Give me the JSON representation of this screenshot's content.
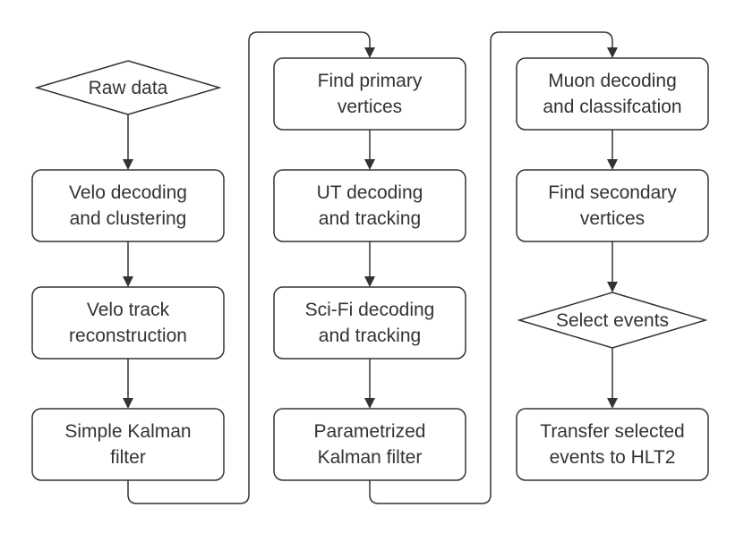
{
  "colors": {
    "stroke": "#333333",
    "fill": "#ffffff",
    "text": "#333333"
  },
  "nodes": {
    "raw_data": "Raw data",
    "velo_decoding": "Velo decoding\nand clustering",
    "velo_track": "Velo track\nreconstruction",
    "simple_kalman": "Simple Kalman\nfilter",
    "find_pv": "Find primary\nvertices",
    "ut_decoding": "UT decoding\nand tracking",
    "scifi_decoding": "Sci-Fi decoding\nand tracking",
    "param_kalman": "Parametrized\nKalman filter",
    "muon_decoding": "Muon decoding\nand classifcation",
    "find_sv": "Find secondary\nvertices",
    "select_events": "Select events",
    "transfer": "Transfer selected\nevents to HLT2"
  }
}
